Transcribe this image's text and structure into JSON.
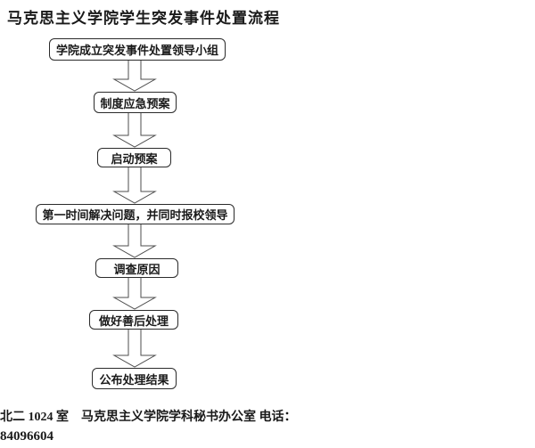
{
  "title": "马克思主义学院学生突发事件处置流程",
  "flowchart": {
    "connector": "down-block-arrow",
    "steps": [
      {
        "label": "学院成立突发事件处置领导小组"
      },
      {
        "label": "制度应急预案"
      },
      {
        "label": "启动预案"
      },
      {
        "label": "第一时间解决问题，并同时报校领导"
      },
      {
        "label": "调查原因"
      },
      {
        "label": "做好善后处理"
      },
      {
        "label": "公布处理结果"
      }
    ]
  },
  "footer": {
    "line1": "北二 1024 室　马克思主义学院学科秘书办公室 电话：",
    "line2": "84096604"
  },
  "colors": {
    "background": "#ffffff",
    "box_border": "#2b2b2b",
    "arrow_stroke": "#4d4d4d",
    "text": "#1a1a1a"
  }
}
